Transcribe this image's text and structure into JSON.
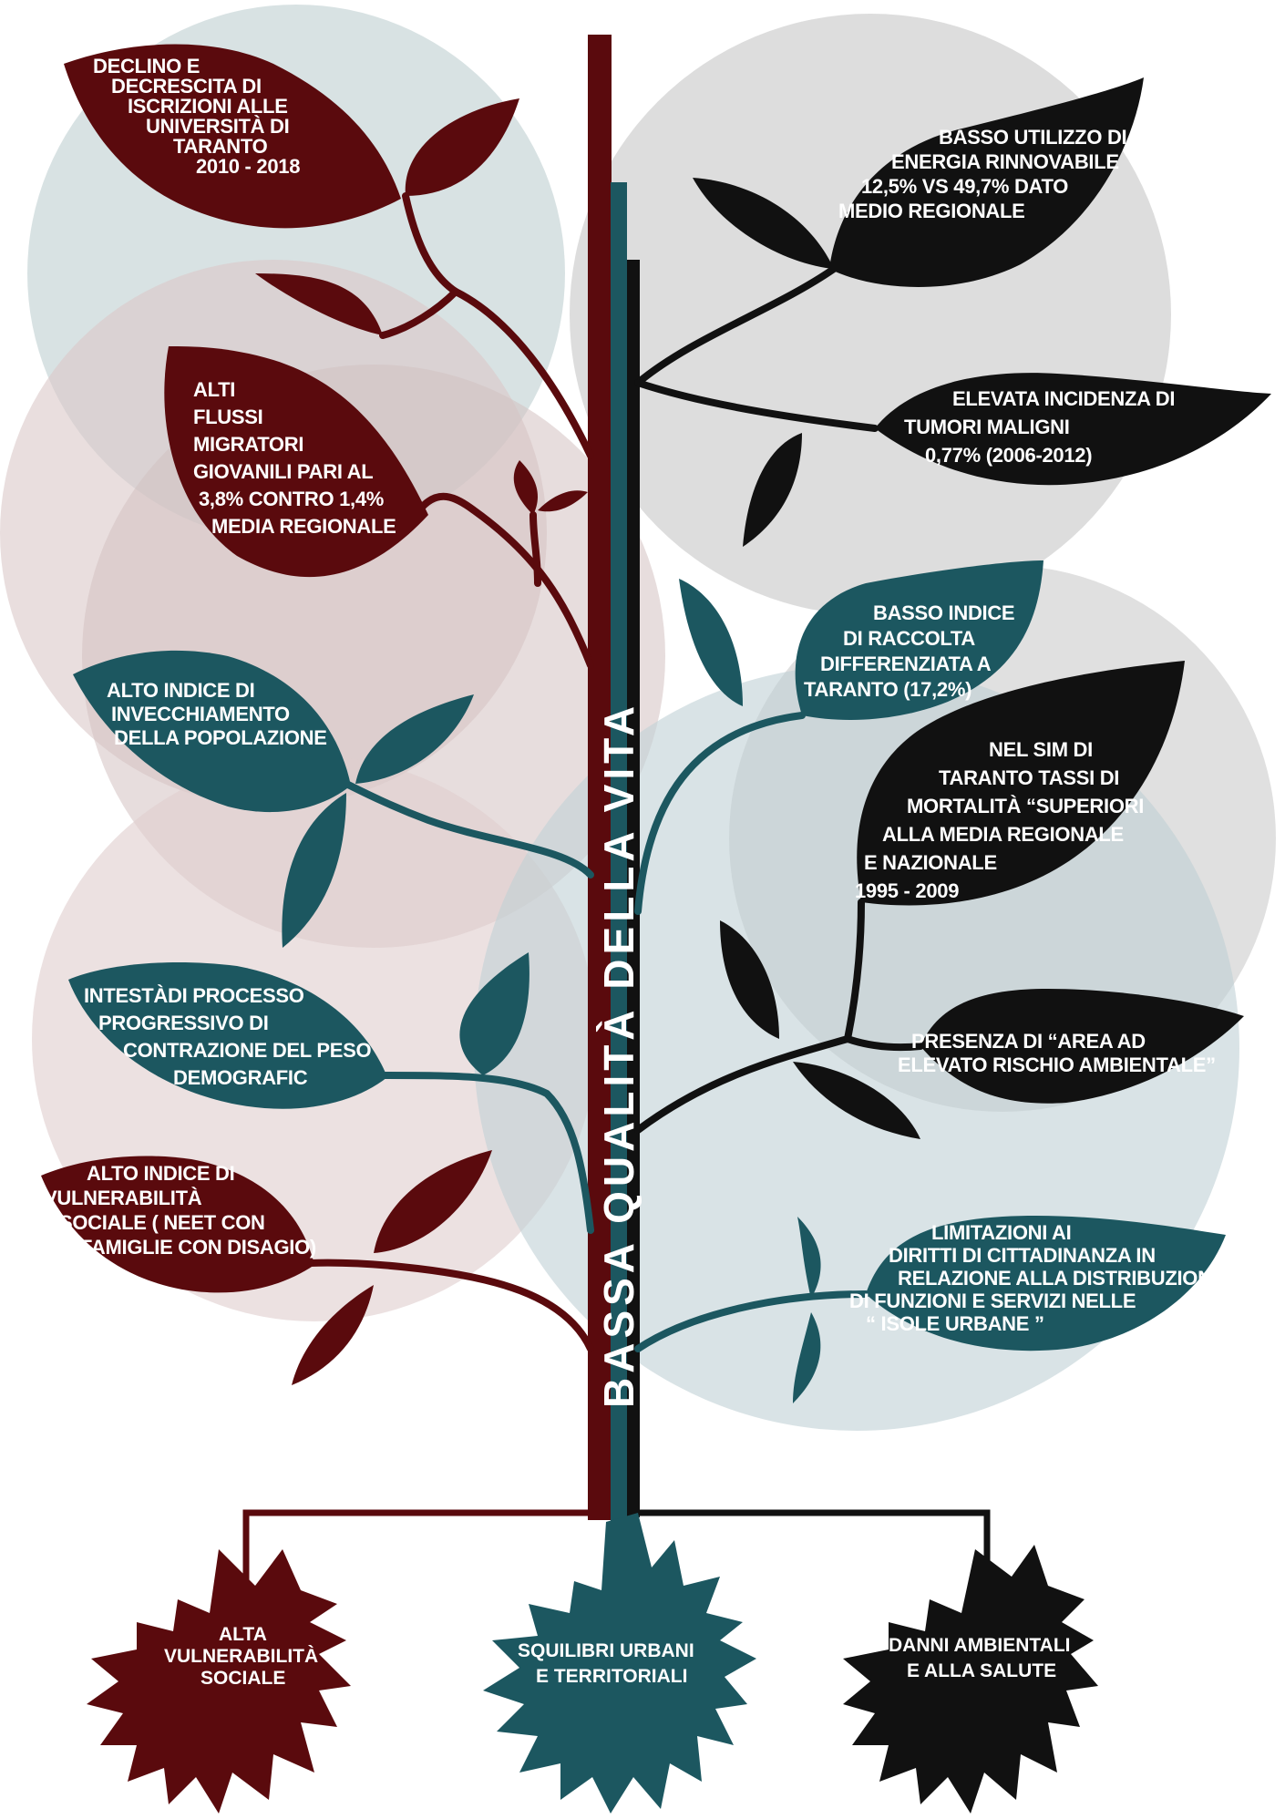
{
  "colors": {
    "maroon": "#5a0a0d",
    "teal": "#1c5760",
    "black": "#111111",
    "bubble_teal": "#c3d1d4",
    "bubble_rose": "#d9c6c6",
    "bubble_grey": "#d2d2d2"
  },
  "trunk_label": "BASSA QUALITÀ DELLA VITA",
  "leaves": {
    "university": [
      "DECLINO E",
      "DECRESCITA DI",
      "ISCRIZIONI ALLE",
      "UNIVERSITÀ DI",
      "TARANTO",
      "2010 - 2018"
    ],
    "migration": [
      "ALTI",
      "FLUSSI",
      "MIGRATORI",
      "GIOVANILI PARI AL",
      "3,8% CONTRO 1,4%",
      "MEDIA REGIONALE"
    ],
    "aging": [
      "ALTO INDICE DI",
      "INVECCHIAMENTO",
      "DELLA POPOLAZIONE"
    ],
    "contraction": [
      "INTESTÀDI PROCESSO",
      "PROGRESSIVO DI",
      "CONTRAZIONE DEL PESO",
      "DEMOGRAFIC"
    ],
    "vulnerability": [
      "ALTO INDICE DI",
      "VULNERABILITÀ",
      "SOCIALE ( NEET CON",
      "FAMIGLIE CON DISAGIO)"
    ],
    "energy": [
      "BASSO UTILIZZO DI",
      "ENERGIA RINNOVABILE",
      "12,5% VS 49,7% DATO",
      "MEDIO REGIONALE"
    ],
    "tumors": [
      "ELEVATA INCIDENZA DI",
      "TUMORI MALIGNI",
      "0,77% (2006-2012)"
    ],
    "recycling": [
      "BASSO INDICE",
      "DI RACCOLTA",
      "DIFFERENZIATA A",
      "TARANTO (17,2%)"
    ],
    "mortality": [
      "NEL SIM DI",
      "TARANTO TASSI DI",
      "MORTALITÀ “SUPERIORI",
      "ALLA MEDIA REGIONALE",
      "E NAZIONALE",
      "1995 - 2009"
    ],
    "risk_area": [
      "PRESENZA DI “AREA AD",
      "ELEVATO RISCHIO AMBIENTALE”"
    ],
    "citizenship": [
      "LIMITAZIONI AI",
      "DIRITTI DI CITTADINANZA IN",
      "RELAZIONE ALLA DISTRIBUZIONE",
      "DI FUNZIONI E SERVIZI NELLE",
      "“ ISOLE URBANE ”"
    ]
  },
  "roots": {
    "social": [
      "ALTA",
      "VULNERABILITÀ",
      "SOCIALE"
    ],
    "urban": [
      "SQUILIBRI URBANI",
      "E TERRITORIALI"
    ],
    "environment": [
      "DANNI AMBIENTALI",
      "E ALLA SALUTE"
    ]
  }
}
